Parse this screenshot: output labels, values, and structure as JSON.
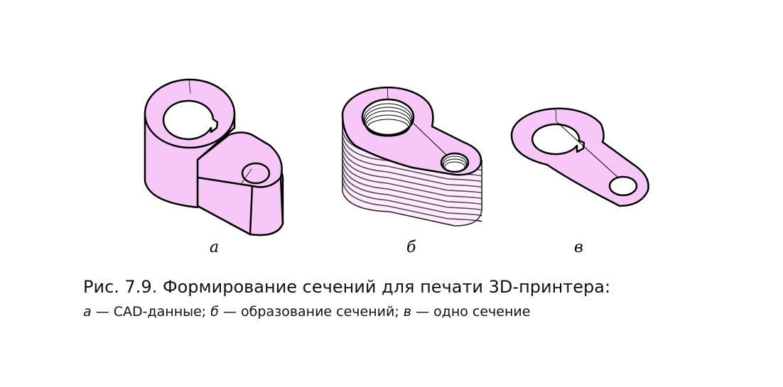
{
  "colors": {
    "fill": "#f7c8f7",
    "outline": "#000000"
  },
  "figure": {
    "labels": {
      "a": "а",
      "b": "б",
      "v": "в"
    }
  },
  "caption": {
    "title": "Рис. 7.9. Формирование сечений для печати 3D-принтера:",
    "sub": {
      "a_letter": "а",
      "a_text": " — CAD-данные; ",
      "b_letter": "б",
      "b_text": " — образование сечений; ",
      "v_letter": "в",
      "v_text": " — одно сечение"
    }
  }
}
